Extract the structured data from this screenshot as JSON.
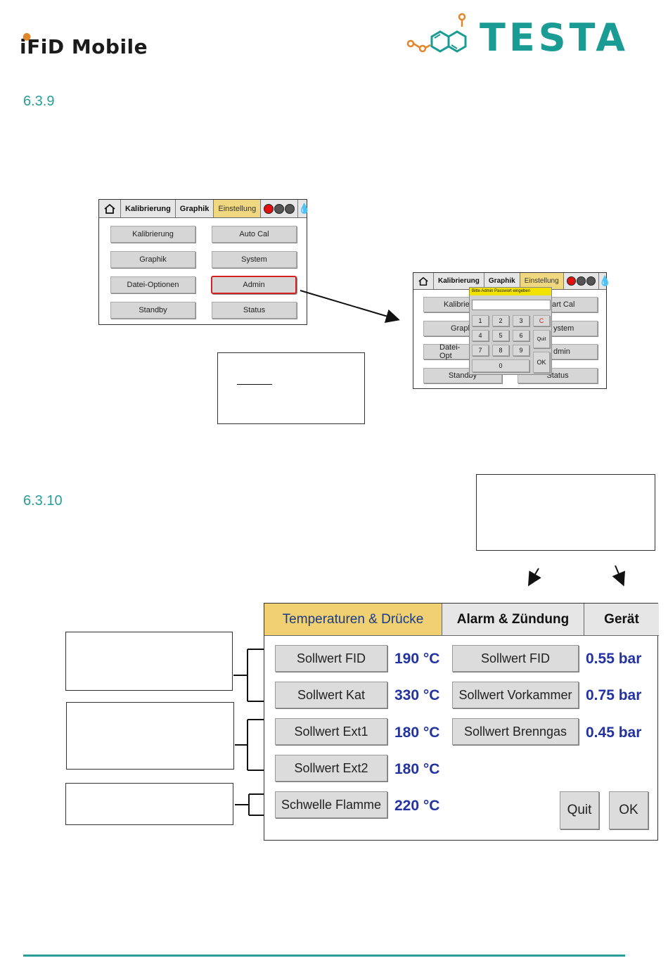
{
  "header": {
    "left_logo": "iFiD Mobile",
    "right_logo": "TESTA",
    "colors": {
      "teal": "#1a9c95",
      "flame": "#e0872a"
    }
  },
  "section_639": {
    "number": "6.3.9"
  },
  "section_6310": {
    "number": "6.3.10"
  },
  "screen_settings": {
    "tabs": [
      "Kalibrierung",
      "Graphik",
      "Einstellung"
    ],
    "buttons": {
      "kalibrierung": "Kalibrierung",
      "auto_cal": "Auto Cal",
      "graphik": "Graphik",
      "system": "System",
      "datei_optionen": "Datei-Optionen",
      "admin": "Admin",
      "standby": "Standby",
      "status": "Status"
    }
  },
  "screen_password": {
    "tabs": [
      "Kalibrierung",
      "Graphik",
      "Einstellung"
    ],
    "prompt": "Bitte Admin Passwort eingeben",
    "keys": [
      "1",
      "2",
      "3",
      "4",
      "5",
      "6",
      "7",
      "8",
      "9",
      "0"
    ],
    "clear_key": "C",
    "quit_key": "Quit",
    "ok_key": "OK",
    "bg_buttons": {
      "kalibrierung_partial": "Kalibrie",
      "auto_cal_partial": "art Cal",
      "graphik_partial": "Graph",
      "system_partial": "ystem",
      "datei_partial": "Datei-Opt",
      "admin_partial": "dmin",
      "standby_partial": "Standby",
      "status_partial": "Status"
    }
  },
  "screen_temps": {
    "tabs": {
      "temps": "Temperaturen & Drücke",
      "alarm": "Alarm & Zündung",
      "geraet": "Gerät"
    },
    "temp_rows": [
      {
        "label": "Sollwert FID",
        "value": "190 °C"
      },
      {
        "label": "Sollwert Kat",
        "value": "330 °C"
      },
      {
        "label": "Sollwert Ext1",
        "value": "180 °C"
      },
      {
        "label": "Sollwert Ext2",
        "value": "180 °C"
      },
      {
        "label": "Schwelle Flamme",
        "value": "220 °C"
      }
    ],
    "pressure_rows": [
      {
        "label": "Sollwert FID",
        "value": "0.55 bar"
      },
      {
        "label": "Sollwert Vorkammer",
        "value": "0.75 bar"
      },
      {
        "label": "Sollwert Brenngas",
        "value": "0.45 bar"
      }
    ],
    "quit": "Quit",
    "ok": "OK",
    "colors": {
      "tab_active": "#f0d070",
      "value": "#2233a0"
    }
  }
}
